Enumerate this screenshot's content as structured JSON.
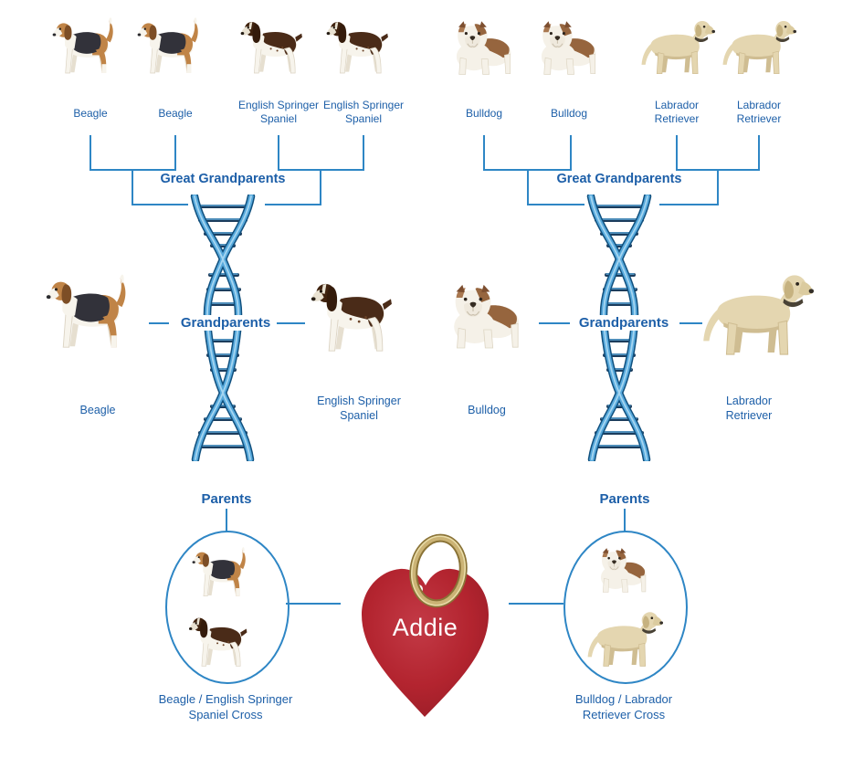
{
  "palette": {
    "label_blue": "#1d5fa8",
    "line_blue": "#2e86c5",
    "heart_red": "#b3242f",
    "ring_gold": "#c9b276",
    "dna_blue": "#57a9dc"
  },
  "great_grandparents": {
    "heading": "Great Grandparents",
    "dogs": [
      {
        "breed": "Beagle"
      },
      {
        "breed": "Beagle"
      },
      {
        "breed": "English Springer Spaniel"
      },
      {
        "breed": "English Springer Spaniel"
      },
      {
        "breed": "Bulldog"
      },
      {
        "breed": "Bulldog"
      },
      {
        "breed": "Labrador Retriever"
      },
      {
        "breed": "Labrador Retriever"
      }
    ]
  },
  "grandparents": {
    "heading": "Grandparents",
    "dogs": [
      {
        "breed": "Beagle"
      },
      {
        "breed": "English Springer Spaniel"
      },
      {
        "breed": "Bulldog"
      },
      {
        "breed": "Labrador Retriever"
      }
    ]
  },
  "parents": {
    "heading": "Parents",
    "left_cross": "Beagle / English Springer Spaniel Cross",
    "right_cross": "Bulldog / Labrador Retriever Cross"
  },
  "dog_tag": {
    "name": "Addie"
  }
}
